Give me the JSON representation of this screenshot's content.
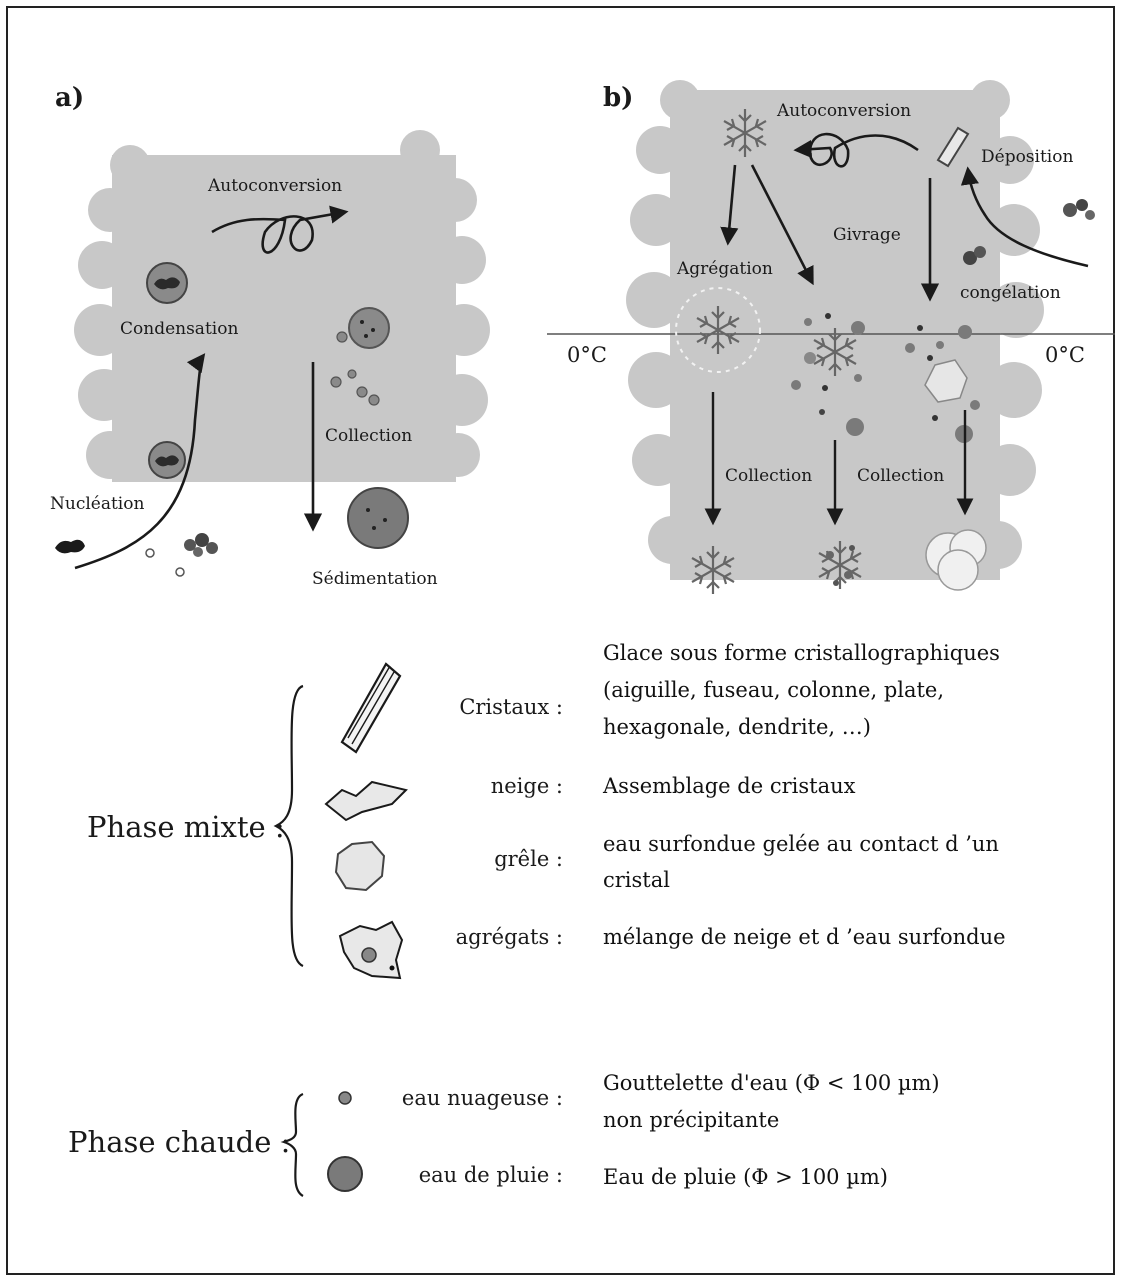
{
  "panel_a": {
    "tag": "a)",
    "autoconversion": "Autoconversion",
    "condensation": "Condensation",
    "collection": "Collection",
    "nucleation": "Nucléation",
    "sedimentation": "Sédimentation"
  },
  "panel_b": {
    "tag": "b)",
    "autoconversion": "Autoconversion",
    "deposition": "Déposition",
    "givrage": "Givrage",
    "agregation": "Agrégation",
    "congelation": "congélation",
    "zero_left": "0°C",
    "zero_right": "0°C",
    "collection_1": "Collection",
    "collection_2": "Collection"
  },
  "legend": {
    "mixed_phase_label": "Phase mixte :",
    "warm_phase_label": "Phase chaude :",
    "mixed": [
      {
        "name": "Cristaux :",
        "desc": [
          "Glace sous forme cristallographiques",
          "(aiguille, fuseau, colonne, plate,",
          "hexagonale, dendrite, …)"
        ],
        "icon": "crystal-icon"
      },
      {
        "name": "neige :",
        "desc": [
          "Assemblage de cristaux"
        ],
        "icon": "snow-icon"
      },
      {
        "name": "grêle :",
        "desc": [
          "eau surfondue gelée au contact d ’un",
          "cristal"
        ],
        "icon": "hail-icon"
      },
      {
        "name": "agrégats :",
        "desc": [
          "mélange de neige et d ’eau surfondue"
        ],
        "icon": "aggregate-icon"
      }
    ],
    "warm": [
      {
        "name": "eau nuageuse :",
        "desc": [
          "Gouttelette d'eau (Φ < 100 µm)",
          "non précipitante"
        ],
        "icon": "cloud-droplet-icon"
      },
      {
        "name": "eau de pluie :",
        "desc": [
          "Eau de pluie (Φ > 100 µm)"
        ],
        "icon": "raindrop-icon"
      }
    ]
  },
  "colors": {
    "cloud": "#c8c8c8",
    "ink": "#1a1a1a",
    "drop": "#7a7a7a",
    "hail": "#e6e6e6"
  }
}
